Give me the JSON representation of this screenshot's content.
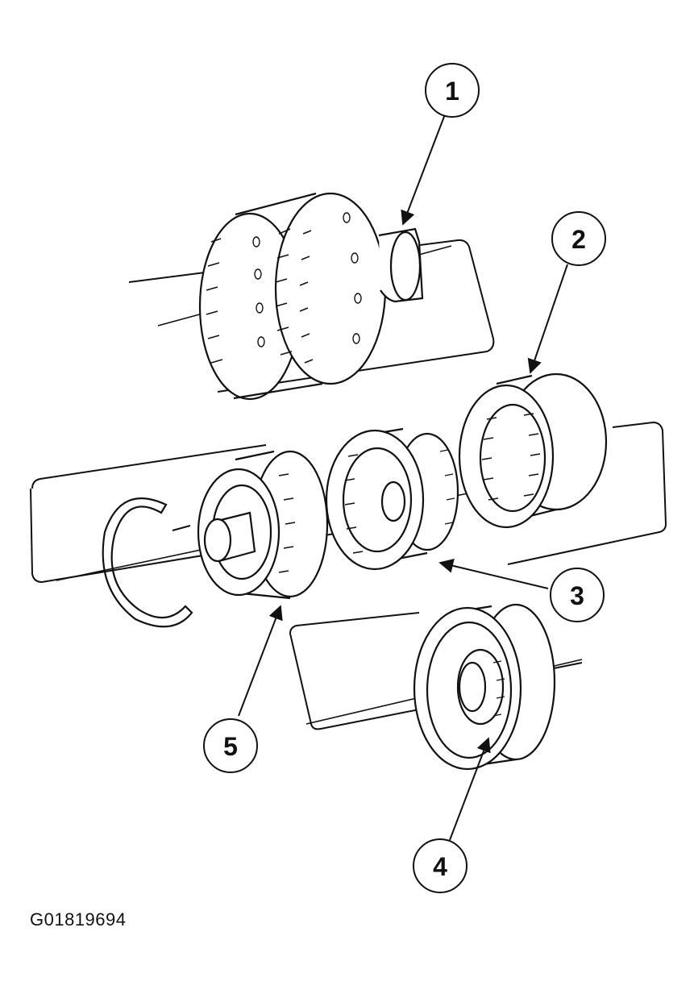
{
  "figure": {
    "id_label": "G01819694"
  },
  "callouts": [
    {
      "number": "1"
    },
    {
      "number": "2"
    },
    {
      "number": "3"
    },
    {
      "number": "4"
    },
    {
      "number": "5"
    }
  ],
  "colors": {
    "ink": "#111111",
    "background": "#ffffff"
  }
}
